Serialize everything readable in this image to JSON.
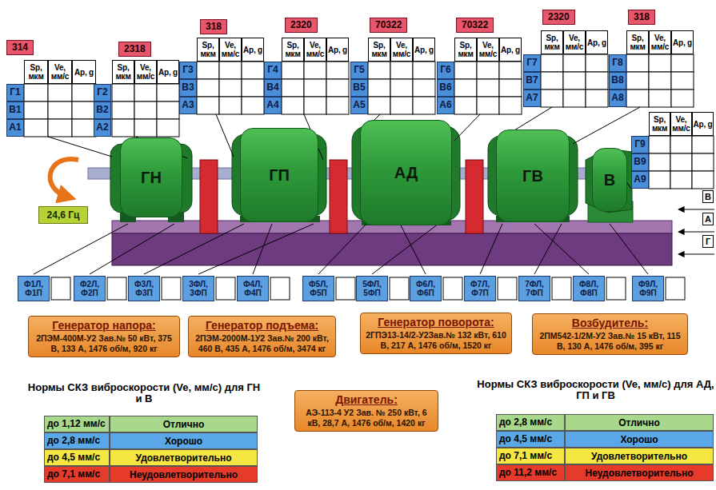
{
  "diagram": {
    "nodes": [
      {
        "text": [
          "ГН"
        ]
      },
      {
        "text": [
          "ГП"
        ]
      },
      {
        "text": [
          "АД"
        ]
      },
      {
        "text": [
          "ГВ"
        ]
      },
      {
        "text": [
          "В"
        ]
      },
      {
        "text": [
          "24,6 Гц"
        ]
      },
      {
        "text": [
          "Генератор напора:",
          "2ПЭМ-400М-У2 Зав.№ 50 кВт, 375 В, 133 А, 1476 об/м, 920 кг"
        ]
      },
      {
        "text": [
          "Генератор подъема:",
          "2ПЭМ-2000М-1У2 Зав.№ 200 кВт, 460 В, 435 А, 1476 об/м, 3474 кг"
        ]
      },
      {
        "text": [
          "Генератор поворота:",
          "2ГПЭ13-14/2-У2Зав.№ 132 кВт, 610 В, 217 А, 1476 об/м, 1520 кг"
        ]
      },
      {
        "text": [
          "Возбудитель:",
          "2ПМ542-1/2М-У2 Зав.№ 15 кВт, 115 В, 130 А, 1476 об/м, 395 кг"
        ]
      },
      {
        "text": [
          "Двигатель:",
          "АЭ-113-4 У2 Зав. № 250 кВт, 6 кВ, 28,7 А, 1476 об/м, 1420 кг"
        ]
      }
    ],
    "labels": [
      "314",
      "Sp, мкм",
      "Ve, мм/с",
      "Ap, g",
      "Г1",
      "В1",
      "А1",
      "2318",
      "Sp, мкм",
      "Ve, мм/с",
      "Ap, g",
      "Г2",
      "В2",
      "А2",
      "318",
      "Sp, мкм",
      "Ve, мм/с",
      "Ap, g",
      "Г3",
      "В3",
      "А3",
      "2320",
      "Sp, мкм",
      "Ve, мм/с",
      "Ap, g",
      "Г4",
      "В4",
      "А4",
      "70322",
      "Sp, мкм",
      "Ve, мм/с",
      "Ap, g",
      "Г5",
      "В5",
      "А5",
      "70322",
      "Sp, мкм",
      "Ve, мм/с",
      "Ap, g",
      "Г6",
      "В6",
      "А6",
      "2320",
      "Sp, мкм",
      "Ve, мм/с",
      "Ap, g",
      "Г7",
      "В7",
      "А7",
      "318",
      "Sp, мкм",
      "Ve, мм/с",
      "Ap, g",
      "Г8",
      "В8",
      "А8",
      "Sp, мкм",
      "Ve, мм/с",
      "Ap, g",
      "Г9",
      "В9",
      "А9",
      "Ф1Л, Ф1П",
      "Ф2Л, Ф2П",
      "Ф3Л, Ф3П",
      "3ФЛ, 3ФП",
      "Ф4Л, Ф4П",
      "Ф5Л, Ф5П",
      "5ФЛ, 5ФП",
      "Ф6Л, Ф6П",
      "Ф7Л, Ф7П",
      "7ФЛ, 7ФП",
      "Ф8Л, Ф8П",
      "Ф9Л, Ф9П",
      "Нормы СКЗ виброскорости (Ve, мм/с) для ГН и В",
      "до 1,12 мм/с",
      "до 2,8 мм/с",
      "до 4,5 мм/с",
      "до 7,1 мм/с",
      "Нормы СКЗ виброскорости (Ve, мм/с) для АД, ГП и ГВ",
      "до 2,8 мм/с",
      "до 4,5 мм/с",
      "до 7,1 мм/с",
      "до 11,2 мм/с",
      "В",
      "А",
      "Г"
    ],
    "legend": [
      {
        "text": "Отлично",
        "color": "#a8d88c"
      },
      {
        "text": "Хорошо",
        "color": "#5aa8e8"
      },
      {
        "text": "Удовлетворительно",
        "color": "#f5e642"
      },
      {
        "text": "Неудовлетворительно",
        "color": "#e63a2a"
      },
      {
        "text": "Отлично",
        "color": "#a8d88c"
      },
      {
        "text": "Хорошо",
        "color": "#5aa8e8"
      },
      {
        "text": "Удовлетворительно",
        "color": "#f5e642"
      },
      {
        "text": "Неудовлетворительно",
        "color": "#e63a2a"
      }
    ]
  }
}
